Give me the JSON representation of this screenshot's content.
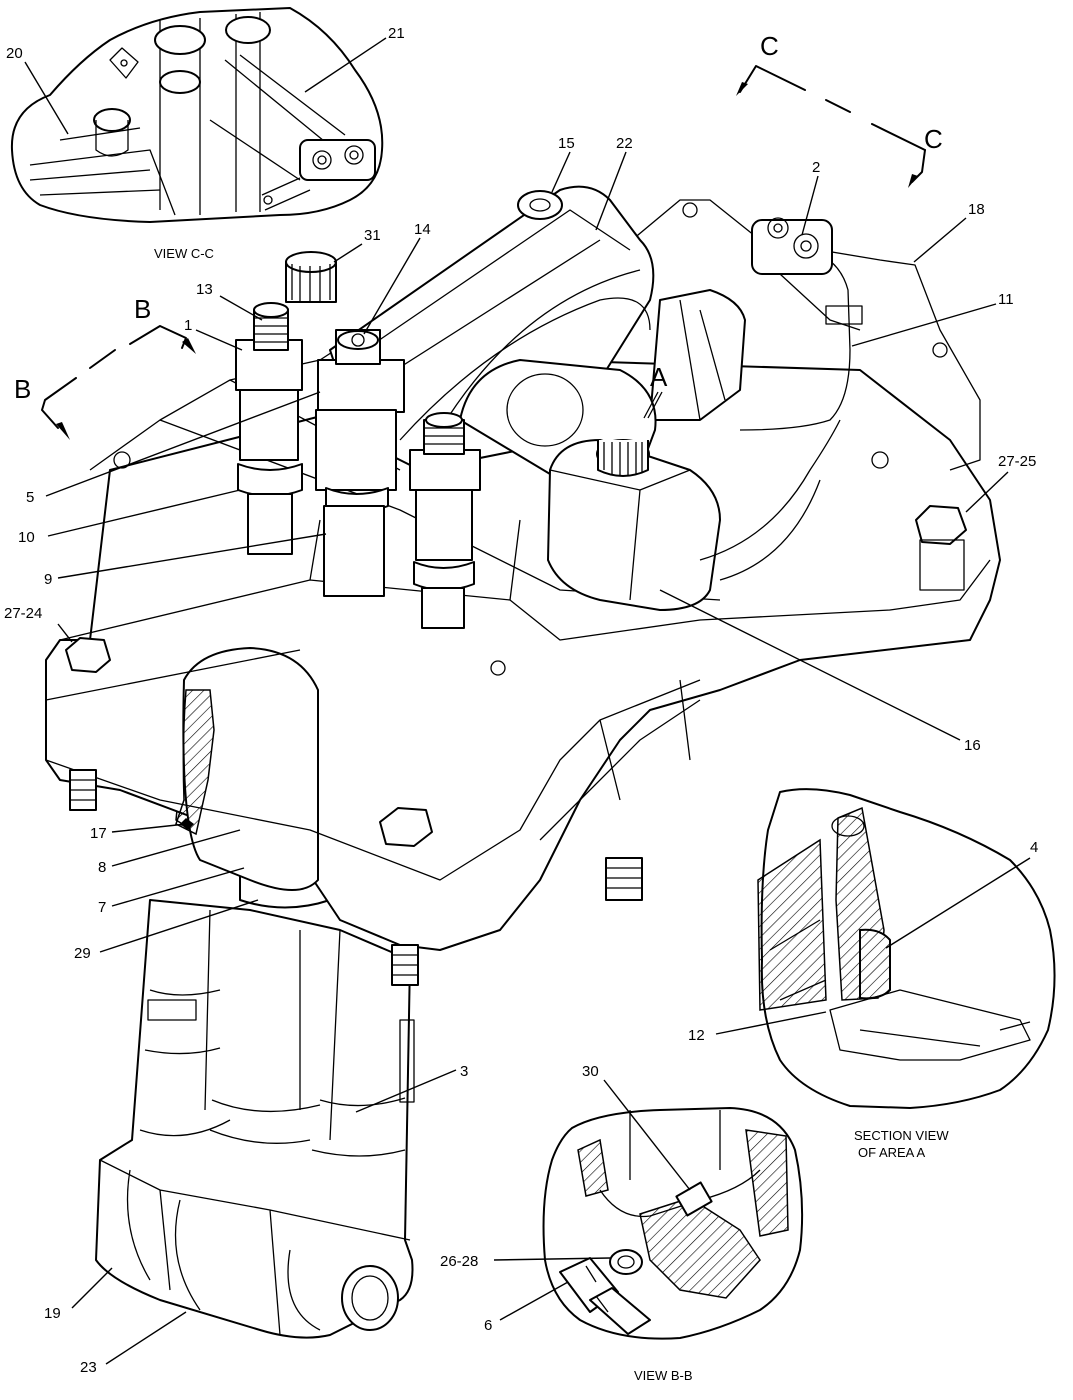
{
  "view_captions": {
    "view_cc": "VIEW  C-C",
    "view_bb": "VIEW B-B",
    "section_a_line1": "SECTION VIEW",
    "section_a_line2": "OF AREA  A"
  },
  "section_markers": {
    "c_top": "C",
    "c_right": "C",
    "b_top": "B",
    "b_left": "B",
    "a": "A"
  },
  "callouts": {
    "c1": "1",
    "c2": "2",
    "c3": "3",
    "c4": "4",
    "c5": "5",
    "c6": "6",
    "c7": "7",
    "c8": "8",
    "c9": "9",
    "c10": "10",
    "c11": "11",
    "c12": "12",
    "c13": "13",
    "c14": "14",
    "c15": "15",
    "c16": "16",
    "c17": "17",
    "c18": "18",
    "c19": "19",
    "c20": "20",
    "c21": "21",
    "c22": "22",
    "c23": "23",
    "c27_24": "27-24",
    "c27_25": "27-25",
    "c26_28": "26-28",
    "c29": "29",
    "c30": "30",
    "c31": "31"
  }
}
